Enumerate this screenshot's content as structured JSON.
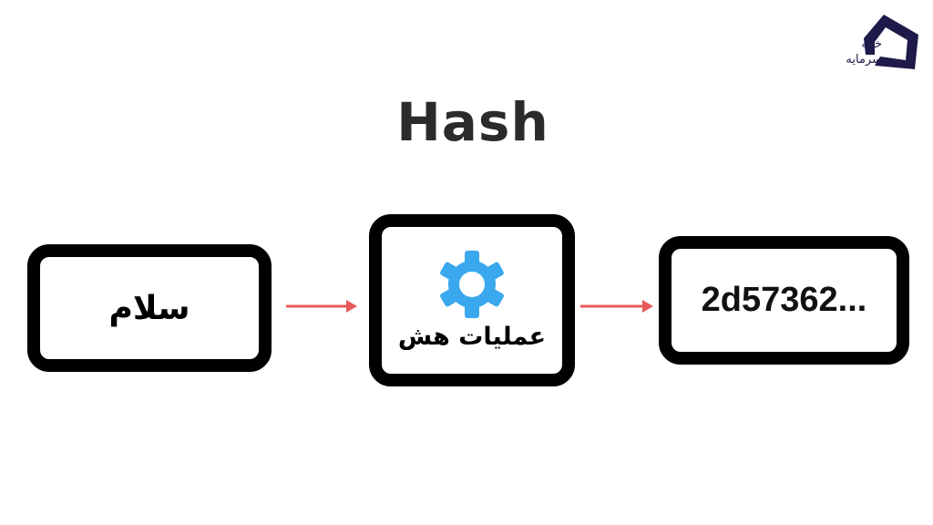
{
  "title": "Hash",
  "input": {
    "text": "سلام"
  },
  "process": {
    "label": "عملیات هش",
    "icon": "gear-icon"
  },
  "output": {
    "text": "2d57362..."
  },
  "logo": {
    "line1": "خانه",
    "line2": "سرمایه"
  },
  "colors": {
    "arrow": "#e85a5a",
    "gear": "#3aa8ee",
    "border": "#000000",
    "logo": "#1e1a4a"
  }
}
